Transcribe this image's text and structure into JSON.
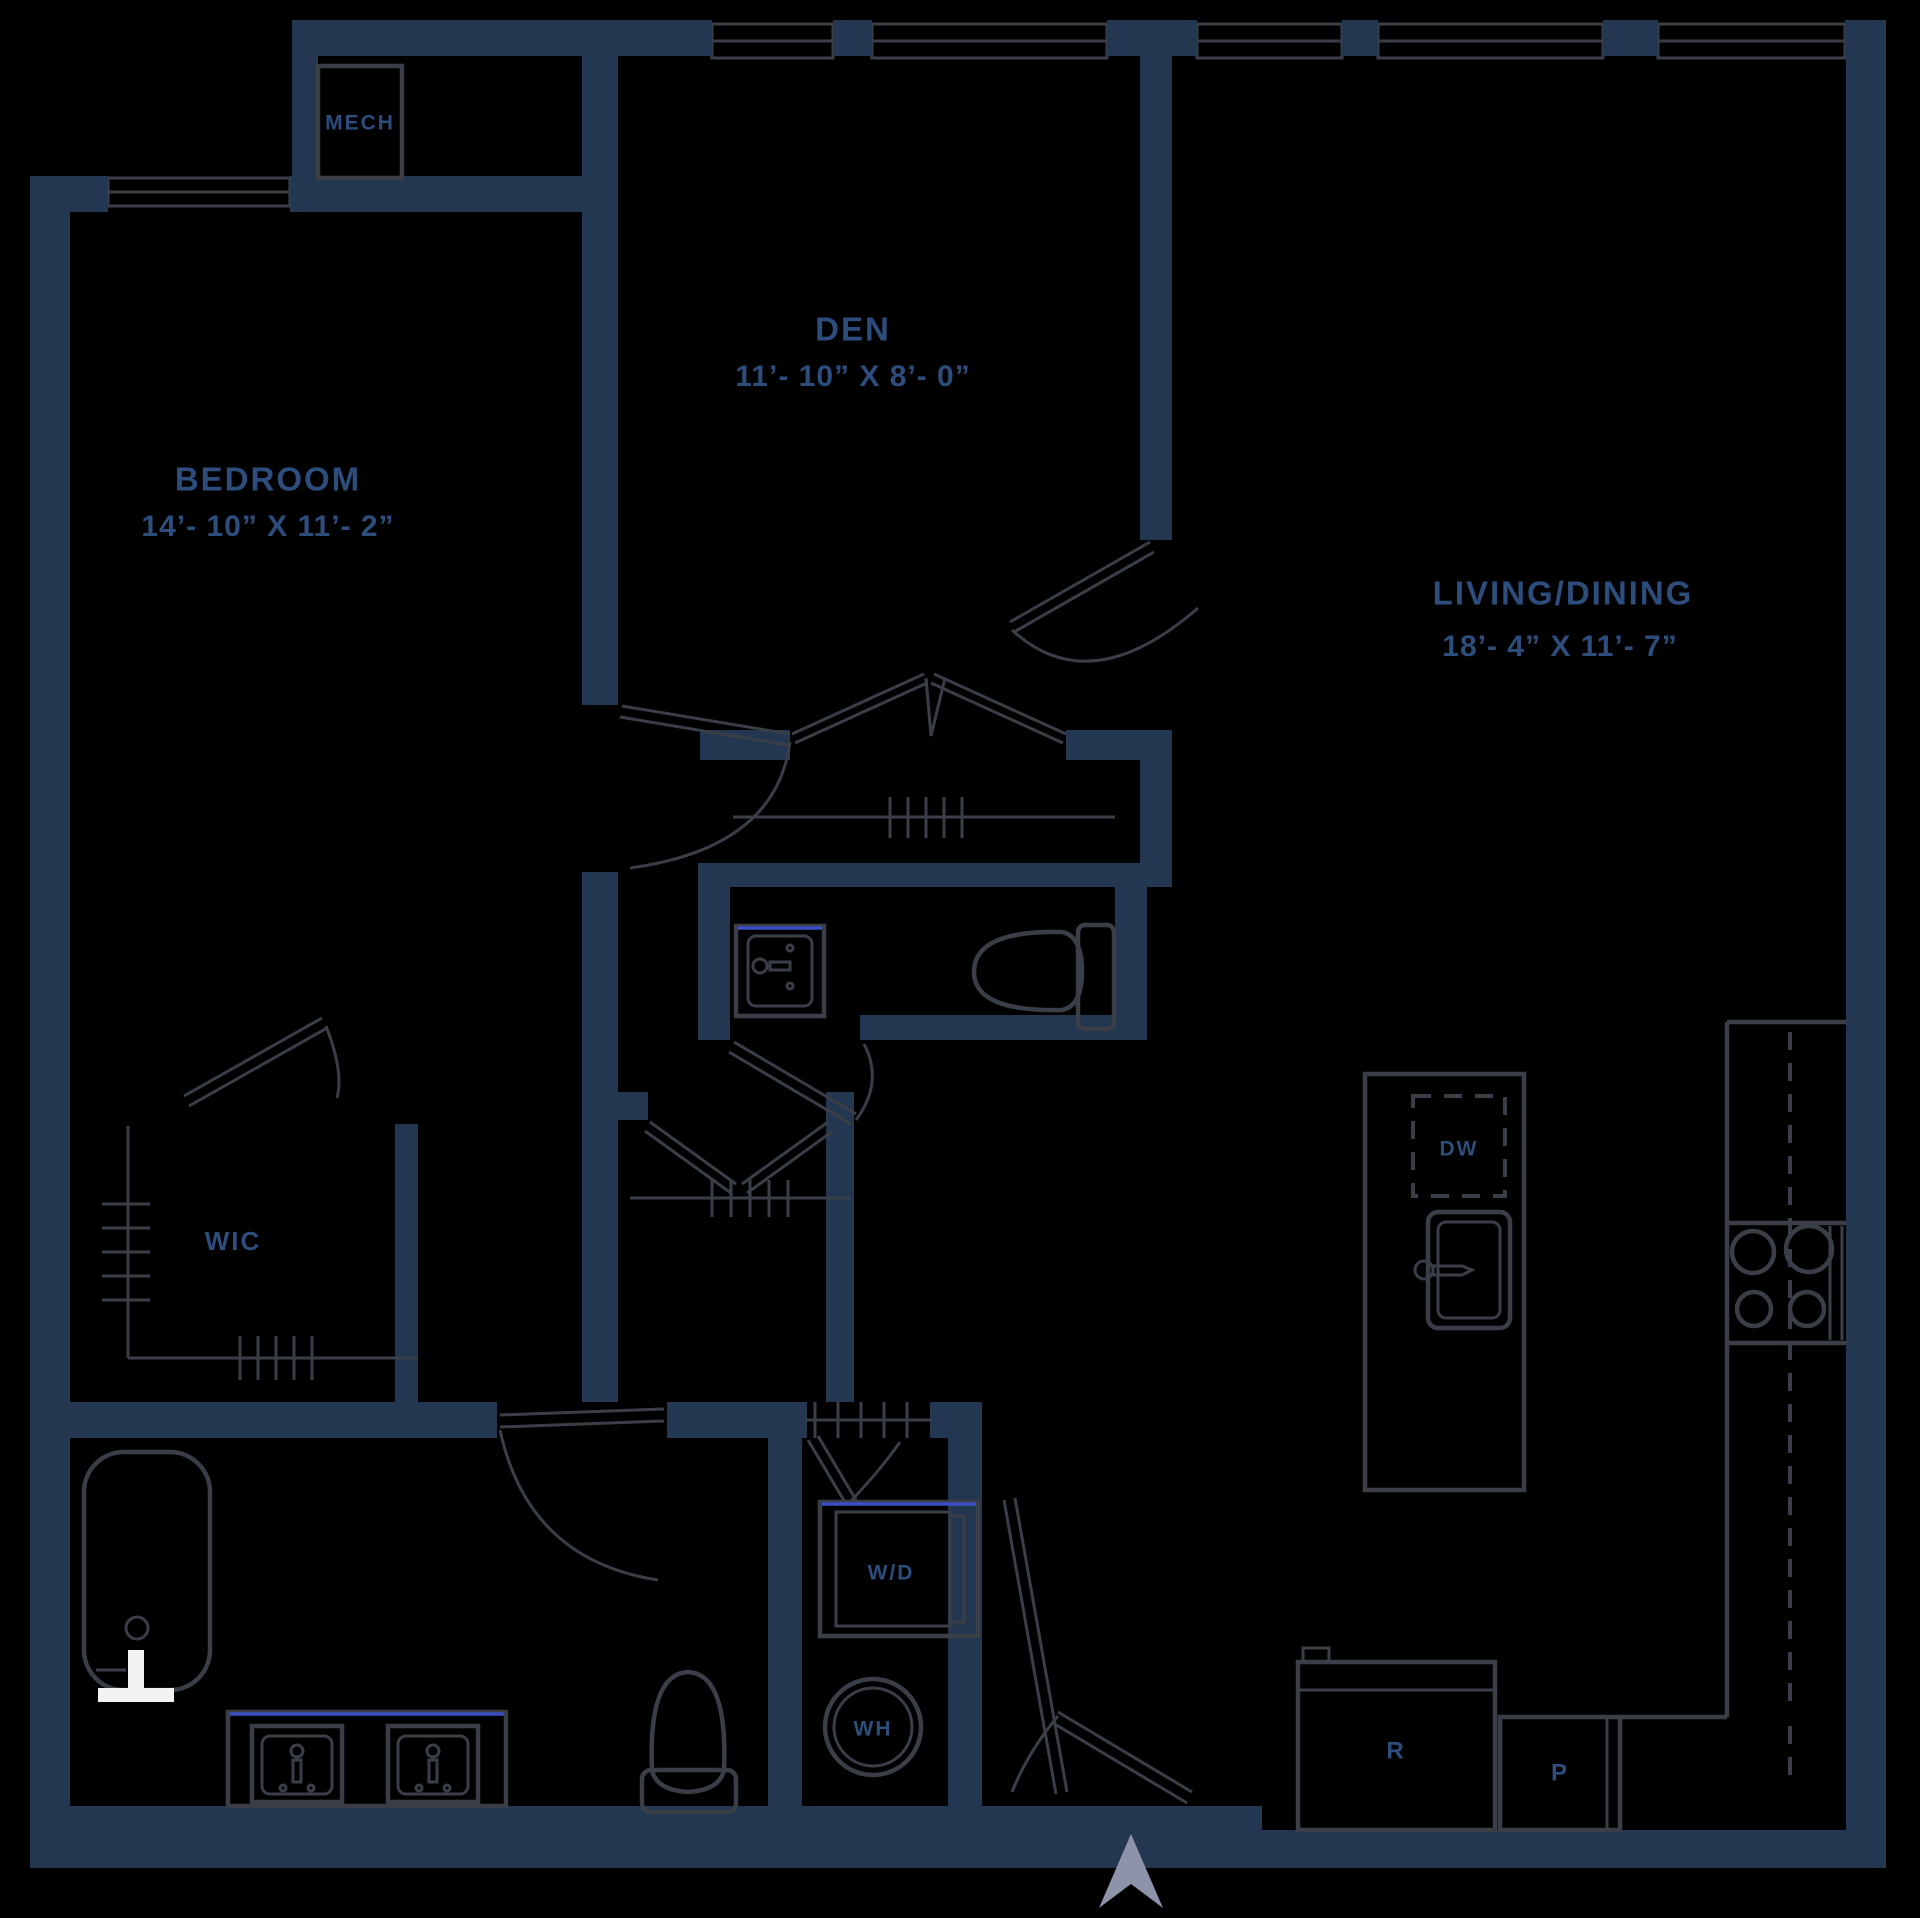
{
  "plan": {
    "type": "apartment-floor-plan",
    "background": "#000000",
    "colors": {
      "wall": "#233751",
      "fixture_line": "#3a3f47",
      "label_text": "#2d4d7c",
      "accent_blue": "#3a4fc4",
      "entry_arrow": "#8d93a9",
      "fixture_white": "#f2f2f2"
    },
    "rooms": [
      {
        "id": "bedroom",
        "name": "BEDROOM",
        "dims": "14’- 10” X 11’- 2”"
      },
      {
        "id": "den",
        "name": "DEN",
        "dims": "11’- 10” X 8’- 0”"
      },
      {
        "id": "living_dining",
        "name": "LIVING/DINING",
        "dims": "18’- 4” X 11’- 7”"
      },
      {
        "id": "wic",
        "name": "WIC",
        "dims": ""
      },
      {
        "id": "mech",
        "name": "MECH",
        "dims": ""
      }
    ],
    "fixture_tags": {
      "dishwasher": "DW",
      "washer_dryer": "W/D",
      "water_heater": "WH",
      "refrigerator": "R",
      "pantry": "P"
    },
    "features": [
      "top wall windows (5 segments)",
      "bedroom window",
      "den double closet with rod",
      "hall closet with rod",
      "walk-in closet rods",
      "powder room: vanity sink + toilet",
      "main bath: tub, double vanity, toilet",
      "laundry closet: W/D + WH",
      "kitchen island: DW + sink",
      "kitchen wall counter: 4-burner cooktop",
      "refrigerator + pantry",
      "entry double doors with arrow"
    ]
  }
}
